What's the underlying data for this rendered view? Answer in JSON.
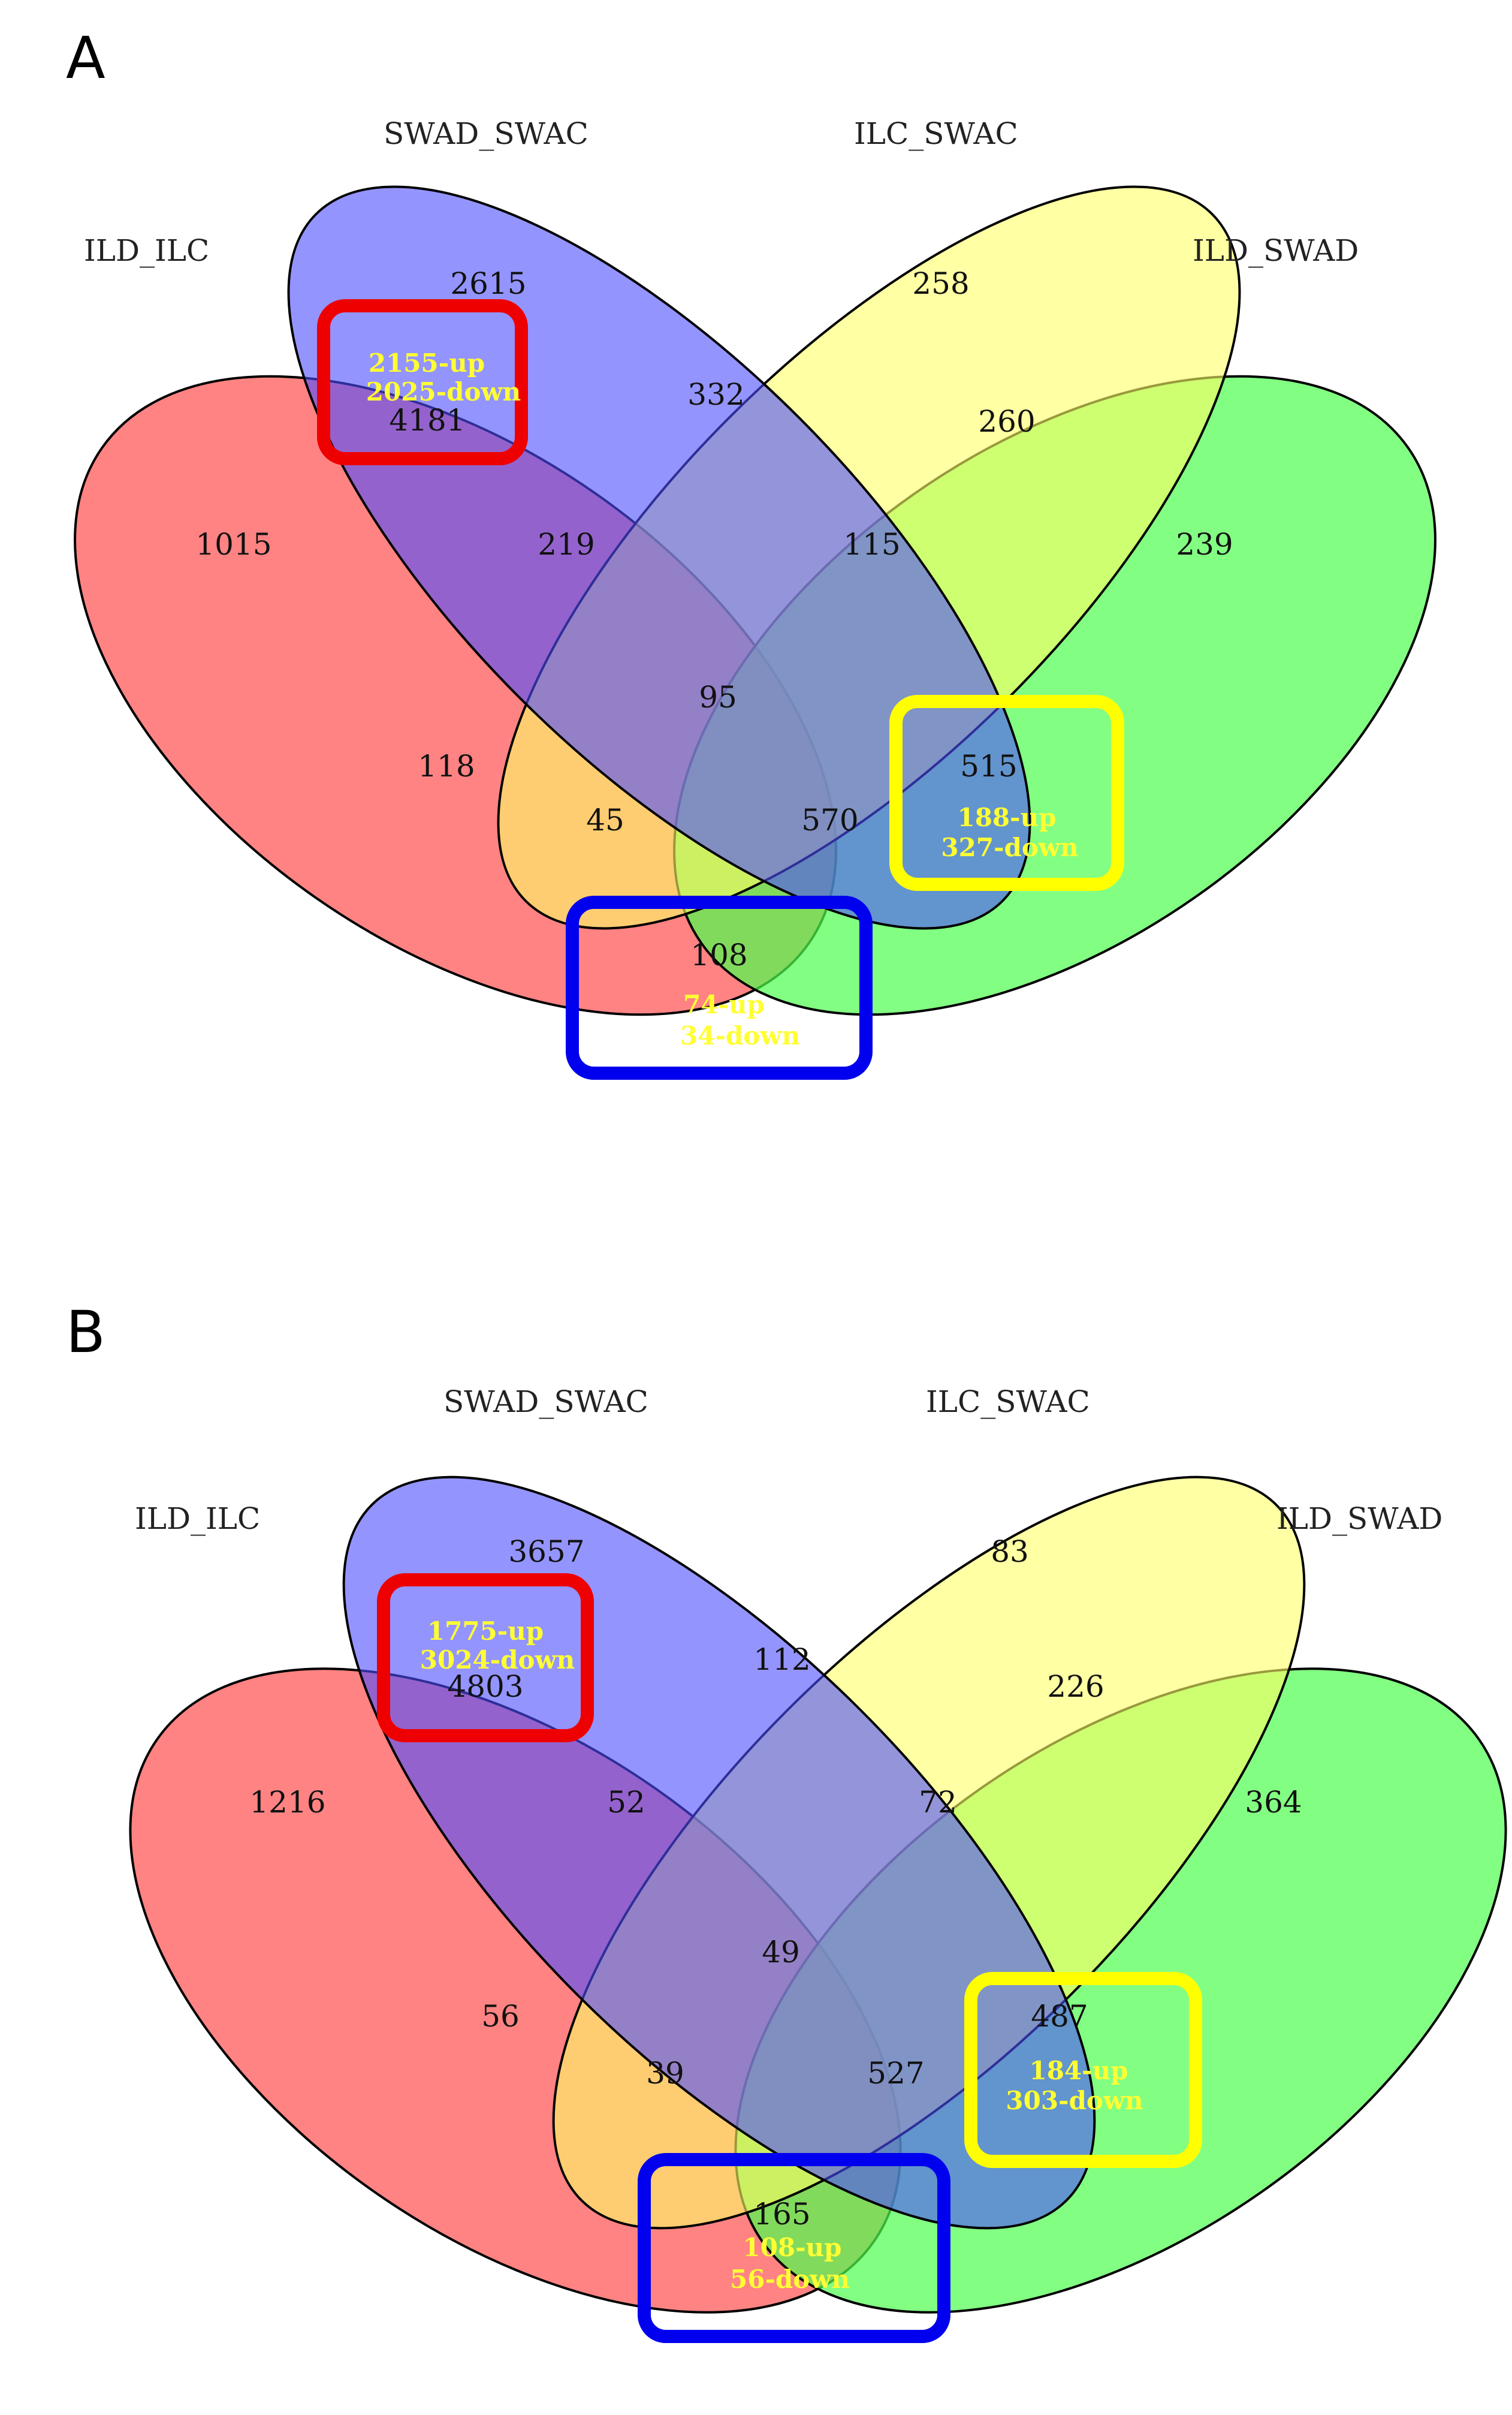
{
  "colors": {
    "ILD_ILC": "#ff5a5a",
    "SWAD_SWAC": "#4d4dff",
    "ILC_SWAC": "#ffff66",
    "ILD_SWAD": "#4dff4d",
    "highlight_red": "#ee0000",
    "highlight_yellow": "#ffff00",
    "highlight_blue": "#0000ee",
    "updown_text": "#ffff33"
  },
  "panels": [
    {
      "letter": "A",
      "set_labels": {
        "ILD_ILC": "ILD_ILC",
        "SWAD_SWAC": "SWAD_SWAC",
        "ILC_SWAC": "ILC_SWAC",
        "ILD_SWAD": "ILD_SWAD"
      },
      "counts": {
        "ILD_ILC_only": "1015",
        "SWAD_SWAC_only": "2615",
        "ILC_SWAC_only": "258",
        "ILD_SWAD_only": "239",
        "ILD_ILC_SWAD_SWAC": "4181",
        "SWAD_SWAC_ILC_SWAC": "332",
        "ILC_SWAC_ILD_SWAD": "260",
        "ILD_ILC_SWAD_SWAC_ILC_SWAC": "219",
        "SWAD_SWAC_ILC_SWAC_ILD_SWAD": "115",
        "all_four": "95",
        "ILD_ILC_ILC_SWAC": "118",
        "ILD_ILC_ILC_SWAC_ILD_SWAD": "45",
        "ILD_ILC_SWAD_SWAC_ILD_SWAD": "570",
        "SWAD_SWAC_ILD_SWAD": "515",
        "ILD_ILC_ILD_SWAD": "108"
      },
      "highlights": {
        "red": {
          "up": "2155-up",
          "down": "2025-down"
        },
        "yellow": {
          "up": "188-up",
          "down": "327-down"
        },
        "blue": {
          "up": "74-up",
          "down": "34-down"
        }
      }
    },
    {
      "letter": "B",
      "set_labels": {
        "ILD_ILC": "ILD_ILC",
        "SWAD_SWAC": "SWAD_SWAC",
        "ILC_SWAC": "ILC_SWAC",
        "ILD_SWAD": "ILD_SWAD"
      },
      "counts": {
        "ILD_ILC_only": "1216",
        "SWAD_SWAC_only": "3657",
        "ILC_SWAC_only": "83",
        "ILD_SWAD_only": "364",
        "ILD_ILC_SWAD_SWAC": "4803",
        "SWAD_SWAC_ILC_SWAC": "112",
        "ILC_SWAC_ILD_SWAD": "226",
        "ILD_ILC_SWAD_SWAC_ILC_SWAC": "52",
        "SWAD_SWAC_ILC_SWAC_ILD_SWAD": "72",
        "all_four": "49",
        "ILD_ILC_ILC_SWAC": "56",
        "ILD_ILC_ILC_SWAC_ILD_SWAD": "39",
        "ILD_ILC_SWAD_SWAC_ILD_SWAD": "527",
        "SWAD_SWAC_ILD_SWAD": "487",
        "ILD_ILC_ILD_SWAD": "165"
      },
      "highlights": {
        "red": {
          "up": "1775-up",
          "down": "3024-down"
        },
        "yellow": {
          "up": "184-up",
          "down": "303-down"
        },
        "blue": {
          "up": "108-up",
          "down": "56-down"
        }
      }
    }
  ]
}
